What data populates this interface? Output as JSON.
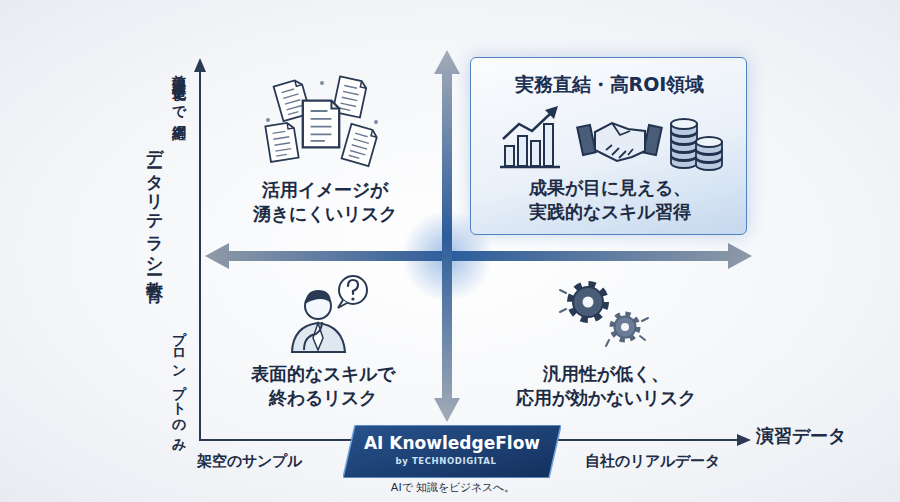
{
  "diagram": {
    "nodes": [
      {
        "text": [
          "実務直結・高ROI領域",
          "成果が目に見える、 実践的なスキル習得"
        ]
      },
      {
        "text": [
          "AI KnowledgeFlow",
          "by TECHNODIGITAL"
        ]
      }
    ],
    "labels": [
      "前処理・構造化まで網羅",
      "データリテラシー教育",
      "プロンプトのみ",
      "活用イメージが 湧きにくいリスク",
      "表面的なスキルで 終わるリスク",
      "汎用性が低く、 応用が効かないリスク",
      "演習データ",
      "架空のサンプル",
      "自社のリアルデータ",
      "AIで 知識をビジネスへ。"
    ]
  }
}
